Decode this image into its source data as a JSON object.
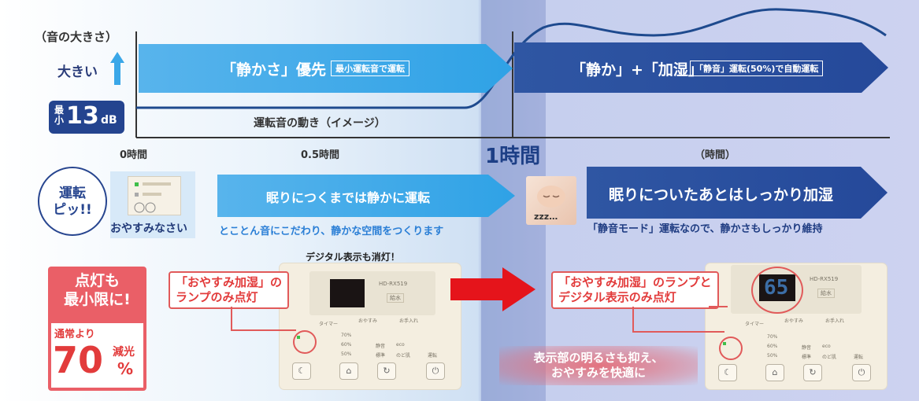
{
  "axis": {
    "y_title": "（音の大きさ）",
    "loud_label": "大きい",
    "min_db": {
      "prefix_top": "最",
      "prefix_bottom": "小",
      "value": "13",
      "unit": "dB"
    },
    "curve_caption": "運転音の動き（イメージ）",
    "ticks": [
      "0時間",
      "0.5時間",
      "1時間",
      "（時間）"
    ]
  },
  "top_arrow_left": {
    "title": "「静かさ」優先",
    "tag": "最小運転音で運転"
  },
  "top_arrow_right": {
    "title": "「静か」+「加湿」",
    "tag": "「静音」運転(50%)で自動運転"
  },
  "mid": {
    "bubble": [
      "運転",
      "ピッ!!"
    ],
    "mode_label": "おやすみなさい",
    "arrow_left": {
      "title": "眠りにつくまでは静かに運転",
      "caption": "とことん音にこだわり、静かな空間をつくります"
    },
    "baby_caption": "zzz…",
    "arrow_right": {
      "title": "眠りについたあとはしっかり加湿",
      "caption": "「静音モード」運転なので、静かさもしっかり維持"
    }
  },
  "bottom": {
    "badge_title": [
      "点灯も",
      "最小限に!"
    ],
    "badge_sub": "通常より",
    "badge_number": "70",
    "badge_unit_top": "減光",
    "badge_unit_bottom": "%",
    "digital_off_note": "デジタル表示も消灯！",
    "callout_left": [
      "「おやすみ加湿」の",
      "ランプのみ点灯"
    ],
    "callout_right": [
      "「おやすみ加湿」のランプと",
      "デジタル表示のみ点灯"
    ],
    "display_value": "65",
    "center_note": [
      "表示部の明るさも抑え、",
      "おやすみを快適に"
    ],
    "panel": {
      "model": "HD-RX519",
      "water_label": "給水",
      "buttons": [
        "タイマー",
        "おやすみ",
        "お手入れ"
      ],
      "levels": [
        "70%",
        "60%",
        "50%"
      ],
      "modes": [
        "静音",
        "eco",
        "標準",
        "のど肌"
      ],
      "run_label": "運転"
    }
  }
}
